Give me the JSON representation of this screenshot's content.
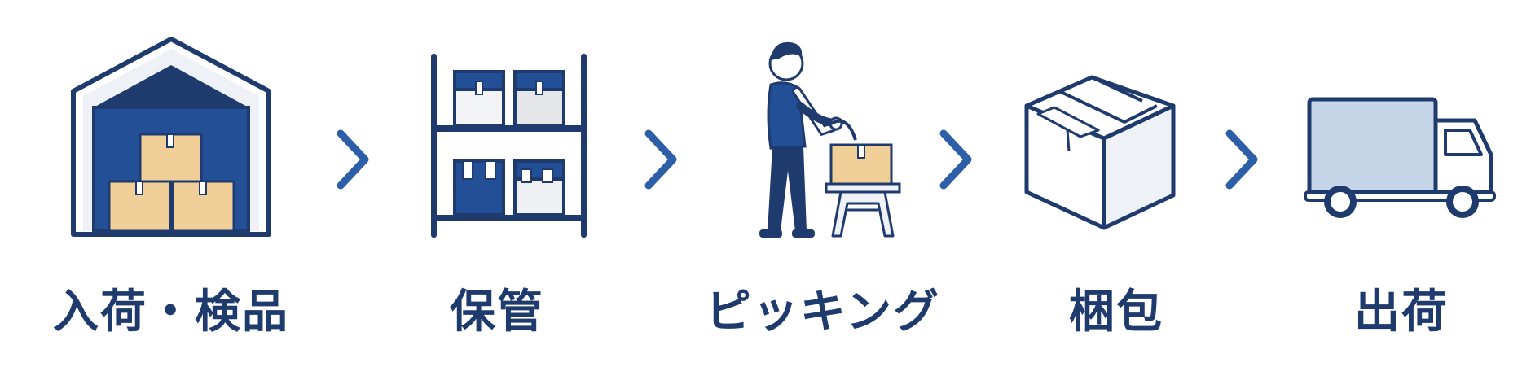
{
  "steps": [
    {
      "id": "receiving",
      "label": "入荷・検品",
      "icon": "warehouse-icon"
    },
    {
      "id": "storage",
      "label": "保管",
      "icon": "shelf-icon"
    },
    {
      "id": "picking",
      "label": "ピッキング",
      "icon": "worker-picking-icon"
    },
    {
      "id": "packing",
      "label": "梱包",
      "icon": "box-icon"
    },
    {
      "id": "shipping",
      "label": "出荷",
      "icon": "truck-icon"
    }
  ],
  "colors": {
    "navy": "#1f3b6e",
    "blue": "#234f96",
    "arrow": "#2d5fa8",
    "cardboard": "#f0cf98",
    "light": "#eef1f5",
    "truck_panel": "#c6d5e8"
  }
}
